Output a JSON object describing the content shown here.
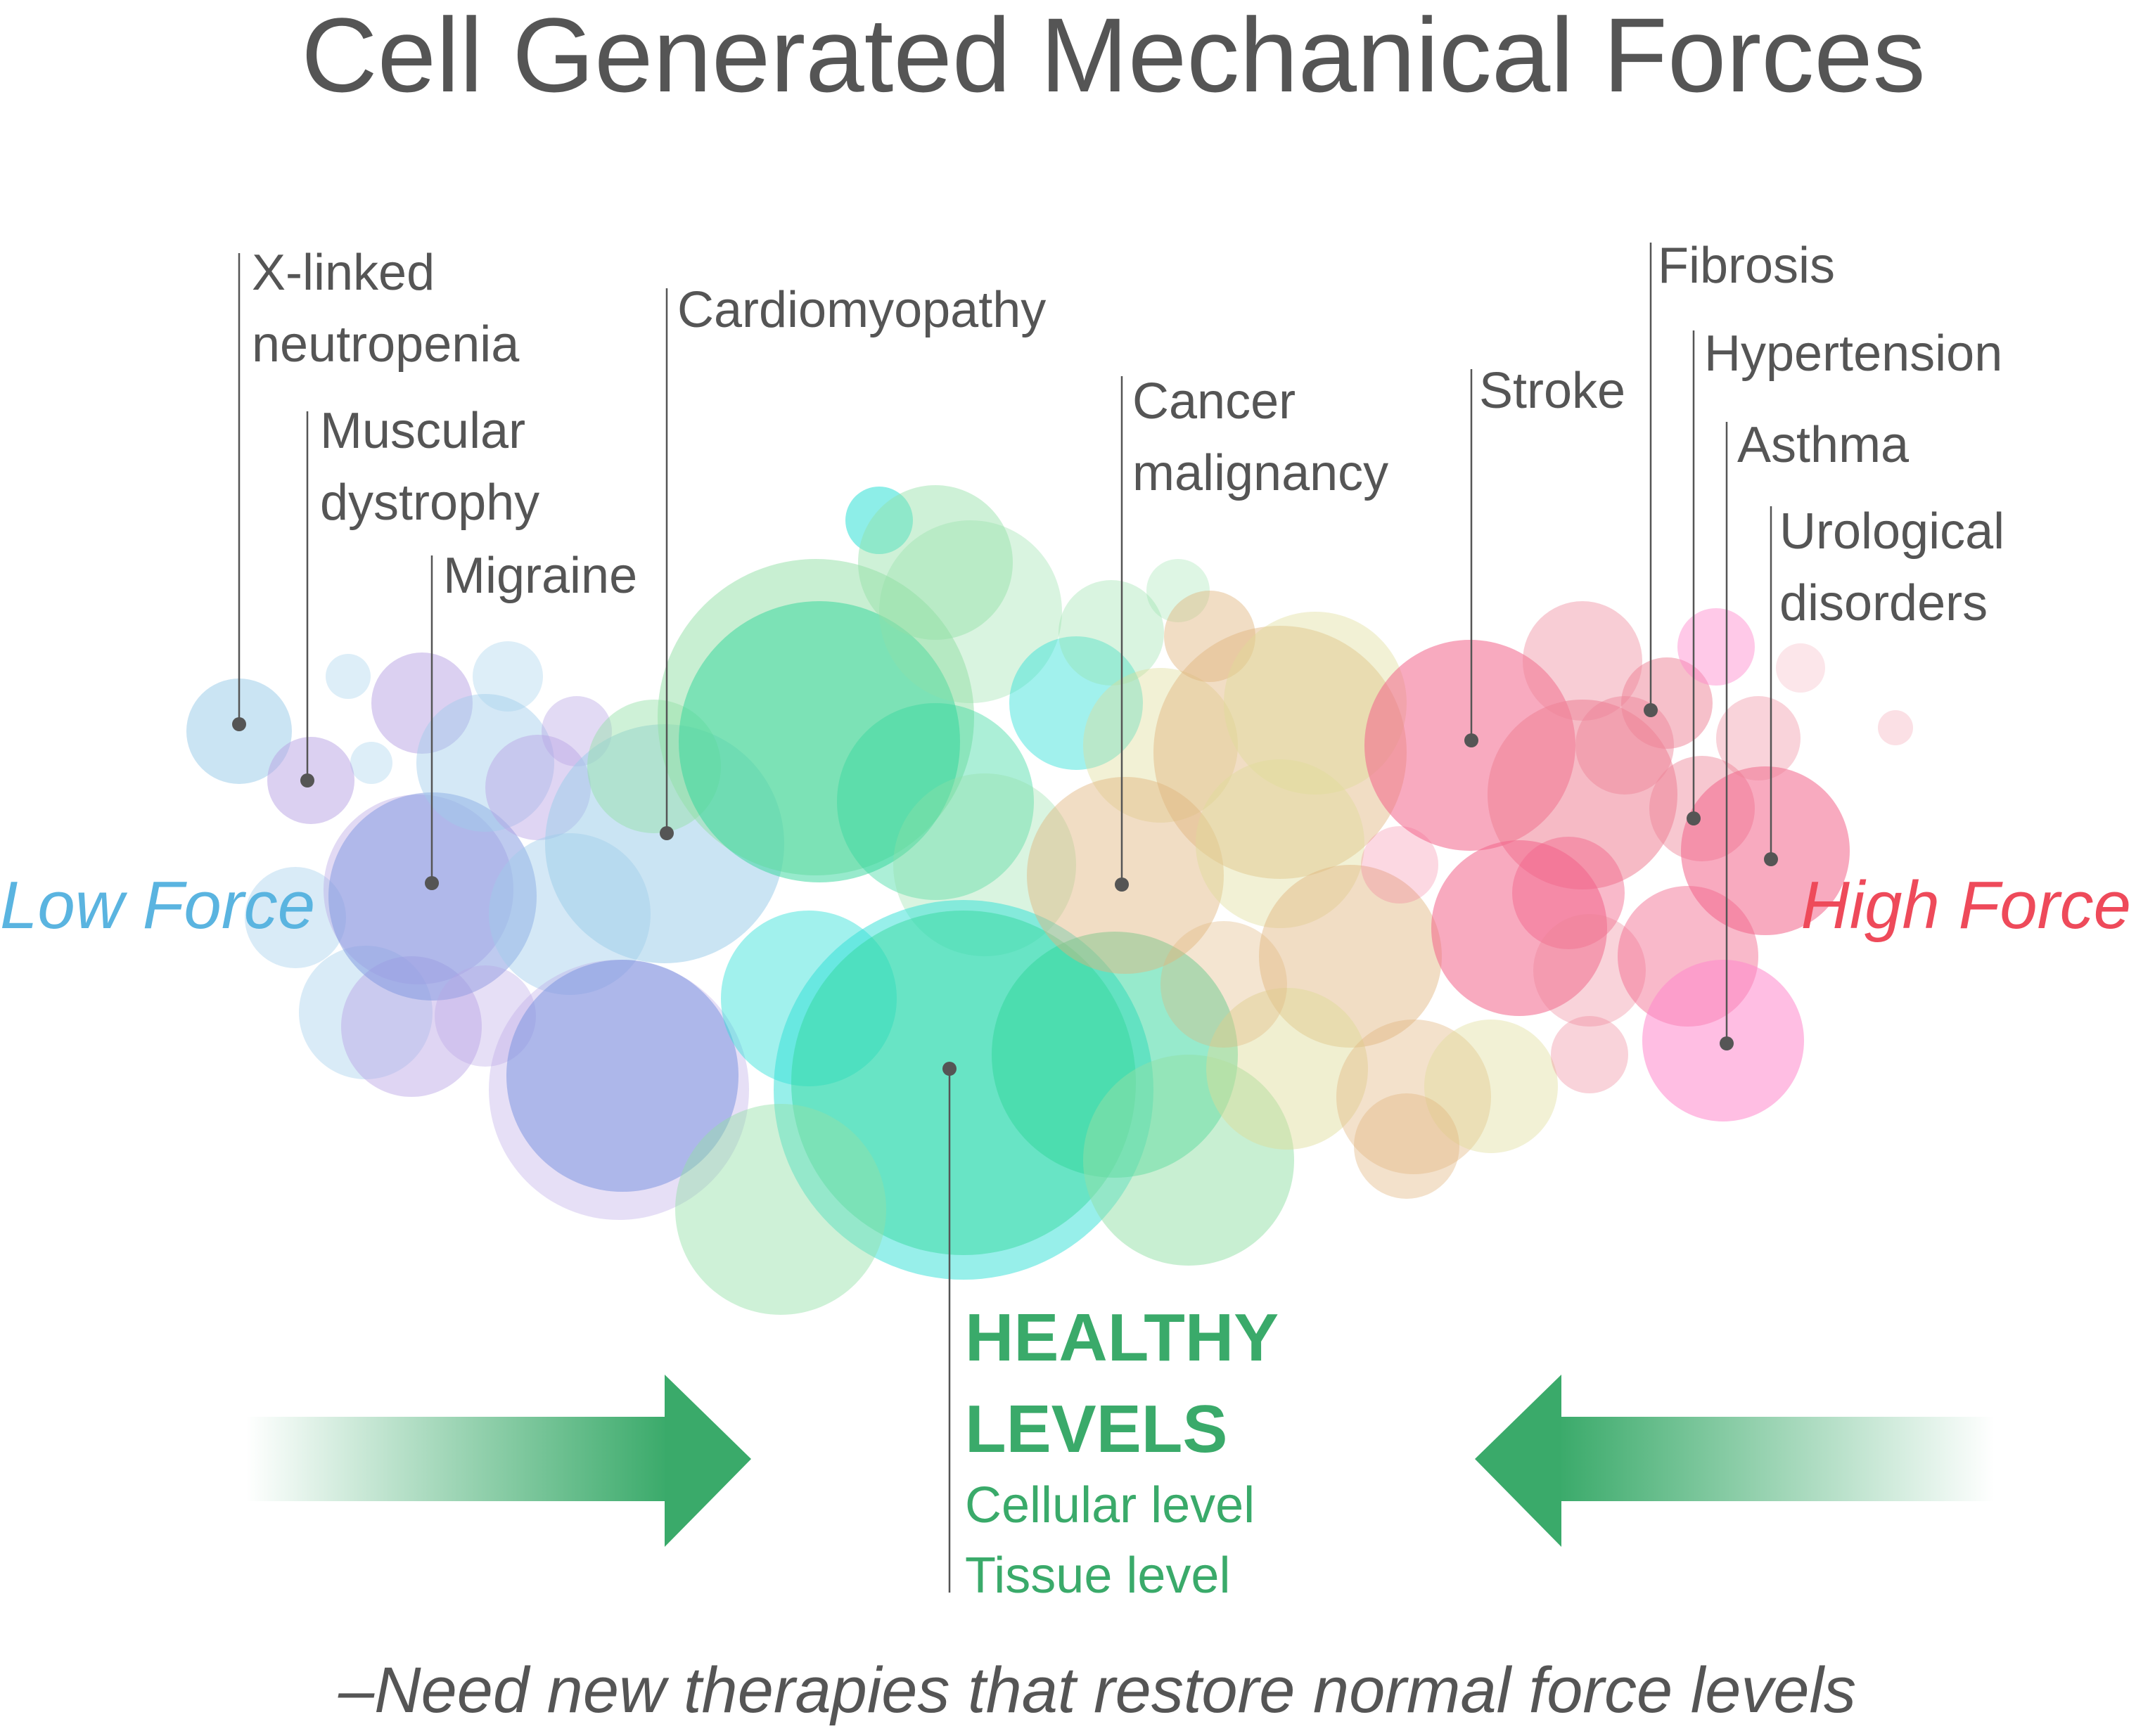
{
  "title": "Cell Generated Mechanical Forces",
  "axis": {
    "low_label": "Low Force",
    "high_label": "High Force",
    "low_color": "#5ab4e0",
    "high_color": "#ee4a5a"
  },
  "healthy": {
    "title_line1": "HEALTHY",
    "title_line2": "LEVELS",
    "sub1": "Cellular level",
    "sub2": "Tissue level",
    "color": "#3aaa6a"
  },
  "arrow_color": "#3aaa6a",
  "footer": "–Need new therapies that restore normal force levels",
  "text_color": "#555555",
  "conditions": [
    {
      "id": "xlinked",
      "lines": [
        "X-linked",
        "neutropenia"
      ]
    },
    {
      "id": "muscular",
      "lines": [
        "Muscular",
        "dystrophy"
      ]
    },
    {
      "id": "migraine",
      "lines": [
        "Migraine"
      ]
    },
    {
      "id": "cardio",
      "lines": [
        "Cardiomyopathy"
      ]
    },
    {
      "id": "cancer",
      "lines": [
        "Cancer",
        "malignancy"
      ]
    },
    {
      "id": "stroke",
      "lines": [
        "Stroke"
      ]
    },
    {
      "id": "fibrosis",
      "lines": [
        "Fibrosis"
      ]
    },
    {
      "id": "hypertension",
      "lines": [
        "Hypertension"
      ]
    },
    {
      "id": "asthma",
      "lines": [
        "Asthma"
      ]
    },
    {
      "id": "urological",
      "lines": [
        "Urological",
        "disorders"
      ]
    }
  ],
  "bubble_palette": {
    "lightblue": "#9fcdea",
    "blue": "#7d96e0",
    "violet": "#b7a2e4",
    "cyan": "#2fe0d6",
    "green": "#2fd69a",
    "lightgreen": "#92e0a6",
    "tan": "#e0b47c",
    "khaki": "#dedc96",
    "pink": "#f2648a",
    "rose": "#ee8296",
    "magenta": "#ff88cc"
  }
}
